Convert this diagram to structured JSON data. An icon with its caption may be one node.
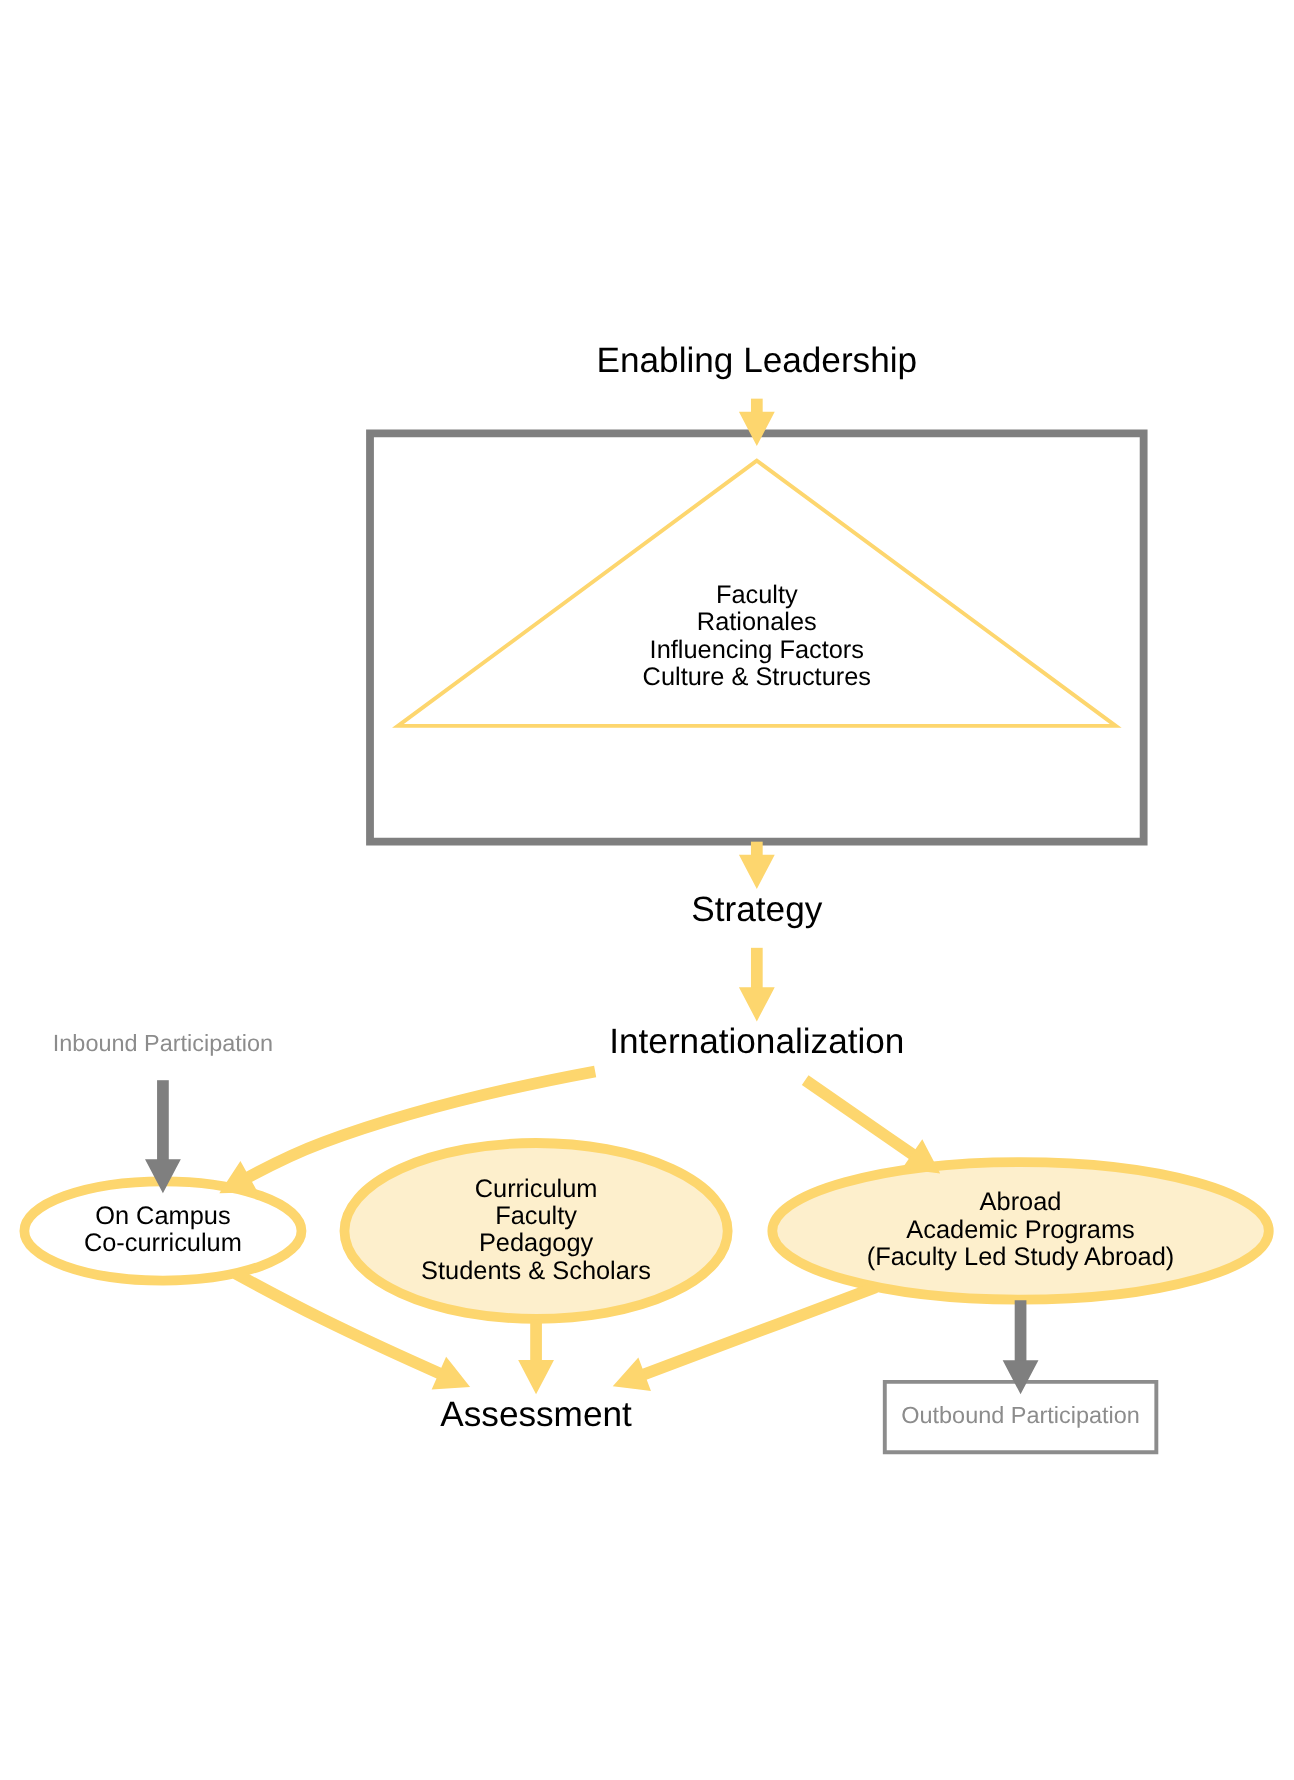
{
  "diagram": {
    "nodes": [
      {
        "text": [
          "Enabling Leadership"
        ]
      },
      {
        "text": [],
        "shape": "box"
      },
      {
        "text": [
          "Faculty",
          "Rationales",
          "Influencing Factors",
          "Culture & Structures"
        ],
        "in": 1
      },
      {
        "text": [
          "Strategy"
        ]
      },
      {
        "text": [
          "Internationalization"
        ]
      },
      {
        "text": [
          "Inbound Participation"
        ]
      },
      {
        "text": [
          "On Campus",
          "Co-curriculum"
        ]
      },
      {
        "text": [
          "Curriculum",
          "Faculty",
          "Pedagogy",
          "Students & Scholars"
        ]
      },
      {
        "text": [
          "Abroad",
          "Academic Programs",
          "(Faculty Led Study Abroad)"
        ]
      },
      {
        "text": [
          "Outbound Participation"
        ]
      },
      {
        "text": [
          "Assessment"
        ]
      }
    ],
    "edges": [
      {
        "from": 0,
        "to": 1,
        "arrow": "to"
      },
      {
        "from": 1,
        "to": 3,
        "arrow": "to"
      },
      {
        "from": 3,
        "to": 4,
        "arrow": "to"
      },
      {
        "from": 4,
        "to": 6,
        "arrow": "to"
      },
      {
        "from": 4,
        "to": 8,
        "arrow": "to"
      },
      {
        "from": 5,
        "to": 6,
        "arrow": "to",
        "color": "#7f7f7f"
      },
      {
        "from": 8,
        "to": 9,
        "arrow": "to",
        "color": "#7f7f7f"
      },
      {
        "from": 6,
        "to": 10,
        "arrow": "to"
      },
      {
        "from": 7,
        "to": 10,
        "arrow": "to"
      },
      {
        "from": 8,
        "to": 10,
        "arrow": "to"
      }
    ]
  }
}
